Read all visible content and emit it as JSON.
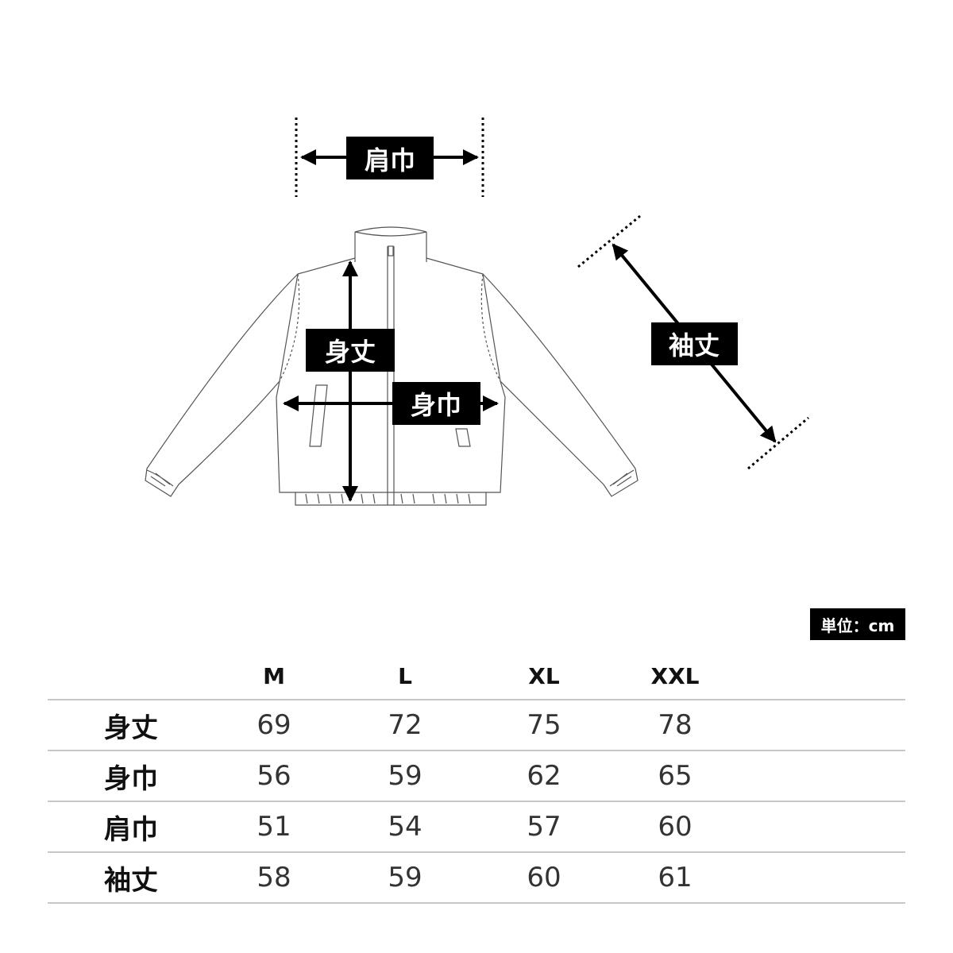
{
  "diagram": {
    "labels": {
      "shoulder": "肩巾",
      "body_length": "身丈",
      "body_width": "身巾",
      "sleeve": "袖丈"
    }
  },
  "unit_label": "単位：cm",
  "size_table": {
    "columns": [
      "M",
      "L",
      "XL",
      "XXL"
    ],
    "rows": [
      {
        "label": "身丈",
        "values": [
          "69",
          "72",
          "75",
          "78"
        ]
      },
      {
        "label": "身巾",
        "values": [
          "56",
          "59",
          "62",
          "65"
        ]
      },
      {
        "label": "肩巾",
        "values": [
          "51",
          "54",
          "57",
          "60"
        ]
      },
      {
        "label": "袖丈",
        "values": [
          "58",
          "59",
          "60",
          "61"
        ]
      }
    ]
  }
}
